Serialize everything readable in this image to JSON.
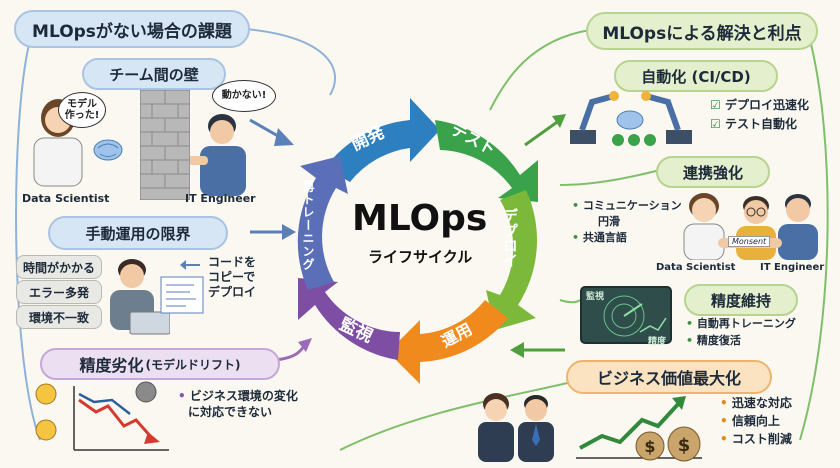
{
  "left": {
    "header": "MLOpsがない場合の課題",
    "wall": {
      "title": "チーム間の壁",
      "ds_bubble_line1": "モデル",
      "ds_bubble_line2": "作った!",
      "it_bubble": "動かない!",
      "ds_label": "Data Scientist",
      "it_label": "IT Engineer"
    },
    "manual": {
      "title": "手動運用の限界",
      "tags": [
        "時間がかかる",
        "エラー多発",
        "環境不一致"
      ],
      "note_line1": "コードを",
      "note_line2": "コピーで",
      "note_line3": "デプロイ"
    },
    "drift": {
      "title_main": "精度劣化",
      "title_sub": "(モデルドリフト)",
      "note_line1": "ビジネス環境の変化",
      "note_line2": "に対応できない"
    }
  },
  "center": {
    "title": "MLOps",
    "subtitle": "ライフサイクル",
    "stages": {
      "develop": "開発",
      "test": "テスト",
      "deploy": "デプロイ",
      "operate": "運用",
      "monitor": "監視",
      "retrain": "再トレーニング"
    }
  },
  "right": {
    "header": "MLOpsによる解決と利点",
    "automation": {
      "title": "自動化 (CI/CD)",
      "items": [
        "デプロイ迅速化",
        "テスト自動化"
      ]
    },
    "collab": {
      "title": "連携強化",
      "items_line1": "コミュニケーション",
      "items_line2": "円滑",
      "items_line3": "共通言語",
      "sign": "Monsent",
      "ds_label": "Data Scientist",
      "it_label": "IT Engineer"
    },
    "accuracy": {
      "title": "精度維持",
      "screen_label1": "監視",
      "screen_label2": "精度",
      "items": [
        "自動再トレーニング",
        "精度復活"
      ]
    },
    "business": {
      "title": "ビジネス価値最大化",
      "items": [
        "迅速な対応",
        "信頼向上",
        "コスト削減"
      ]
    }
  },
  "colors": {
    "develop": "#2e7fbf",
    "test": "#3aa24a",
    "deploy": "#7cb93a",
    "operate": "#f08a1c",
    "monitor": "#7d4ea3",
    "retrain": "#5b6fb8"
  }
}
